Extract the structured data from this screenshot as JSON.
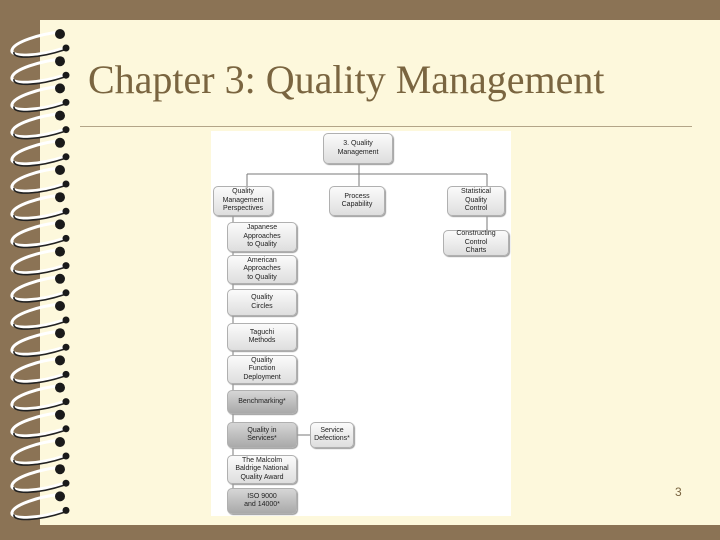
{
  "slide": {
    "title": "Chapter 3: Quality Management",
    "page_number": "3"
  },
  "diagram": {
    "root": "3. Quality\nManagement",
    "branches": {
      "perspectives": "Quality\nManagement\nPerspectives",
      "capability": "Process\nCapability",
      "spc": "Statistical\nQuality\nControl"
    },
    "spc_children": {
      "control_charts": "Constructing\nControl\nCharts"
    },
    "perspectives_children": {
      "japanese": "Japanese\nApproaches\nto Quality",
      "american": "American\nApproaches\nto Quality",
      "circles": "Quality\nCircles",
      "taguchi": "Taguchi\nMethods",
      "qfd": "Quality\nFunction\nDeployment",
      "benchmarking": "Benchmarking*",
      "services": "Quality in\nServices*",
      "baldrige": "The Malcolm\nBaldrige National\nQuality Award",
      "iso": "ISO 9000\nand 14000*"
    },
    "services_children": {
      "defections": "Service\nDefections*"
    }
  },
  "colors": {
    "background": "#8b7355",
    "page": "#fdf8dc",
    "title_text": "#7a6540",
    "dark_box": "#a9a9a9"
  }
}
